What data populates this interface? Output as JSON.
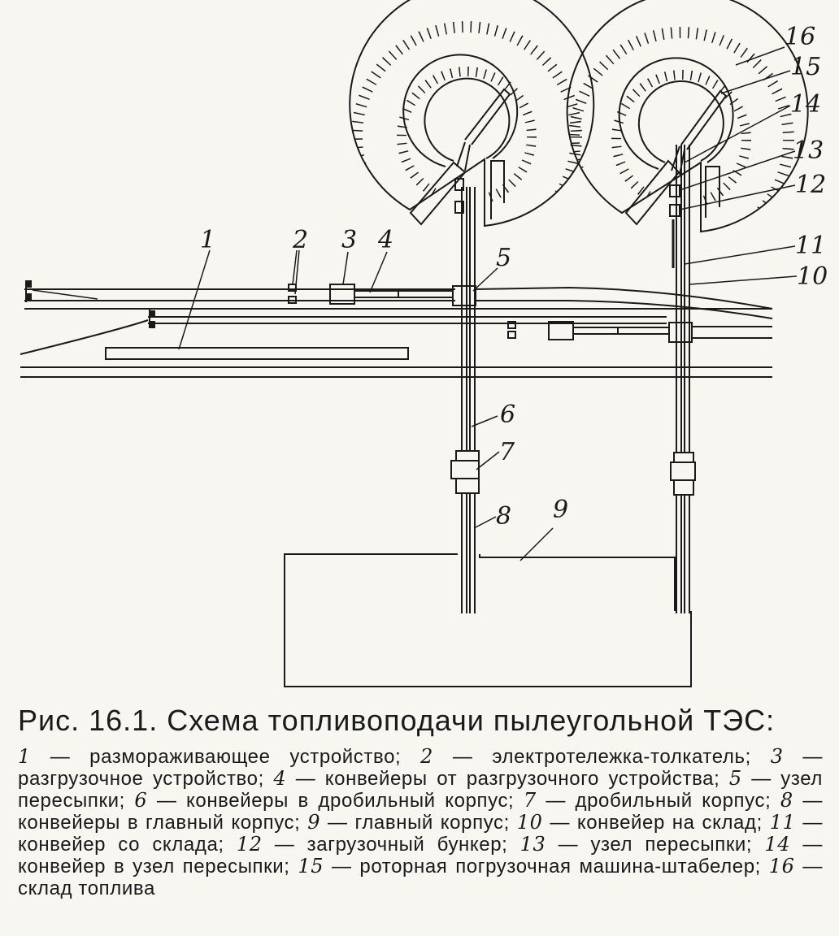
{
  "figure": {
    "callouts": [
      "1",
      "2",
      "3",
      "4",
      "5",
      "6",
      "7",
      "8",
      "9",
      "10",
      "11",
      "12",
      "13",
      "14",
      "15",
      "16"
    ]
  },
  "caption": {
    "title": "Рис. 16.1. Схема топливоподачи пылеугольной ТЭС:",
    "legend": [
      {
        "num": "1",
        "text": "— размораживающее устройство;"
      },
      {
        "num": "2",
        "text": "— электротележка-толка­тель;"
      },
      {
        "num": "3",
        "text": "— разгрузочное устройство;"
      },
      {
        "num": "4",
        "text": "— конвейеры от разгрузоч­ного устройства;"
      },
      {
        "num": "5",
        "text": "— узел пересыпки;"
      },
      {
        "num": "6",
        "text": "— конвейеры в дробиль­ный корпус;"
      },
      {
        "num": "7",
        "text": "— дробильный корпус;"
      },
      {
        "num": "8",
        "text": "— конвейеры в главный корпус;"
      },
      {
        "num": "9",
        "text": "— главный корпус;"
      },
      {
        "num": "10",
        "text": "— конвейер на склад;"
      },
      {
        "num": "11",
        "text": "— кон­вейер со склада;"
      },
      {
        "num": "12",
        "text": "— загрузочный бункер;"
      },
      {
        "num": "13",
        "text": "— узел пересып­ки;"
      },
      {
        "num": "14",
        "text": "— конвейер в узел пересыпки;"
      },
      {
        "num": "15",
        "text": "— роторная погрузочная машина-штабелер;"
      },
      {
        "num": "16",
        "text": "— склад топлива"
      }
    ]
  }
}
